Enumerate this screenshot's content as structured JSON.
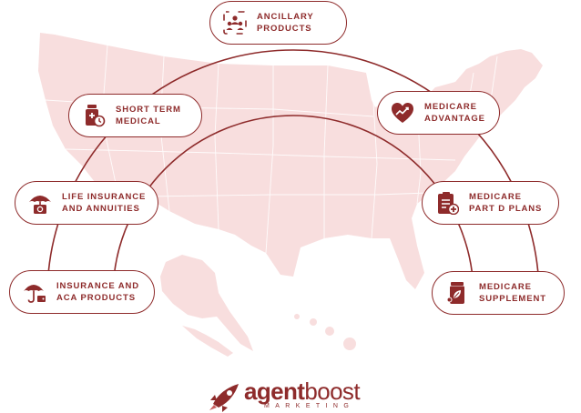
{
  "colors": {
    "primary": "#8e2b2b",
    "map_fill": "#f8dede",
    "map_border": "#ffffff"
  },
  "items": [
    {
      "key": "ancillary",
      "icon": "people-network-icon",
      "line1": "ANCILLARY",
      "line2": "PRODUCTS"
    },
    {
      "key": "short-term-medical",
      "icon": "medicine-bottle-clock-icon",
      "line1": "SHORT TERM",
      "line2": "MEDICAL"
    },
    {
      "key": "medicare-advantage",
      "icon": "heart-chart-icon",
      "line1": "MEDICARE",
      "line2": "ADVANTAGE"
    },
    {
      "key": "life-insurance",
      "icon": "umbrella-money-icon",
      "line1": "LIFE INSURANCE",
      "line2": "AND ANNUITIES"
    },
    {
      "key": "medicare-part-d",
      "icon": "prescription-clipboard-icon",
      "line1": "MEDICARE",
      "line2": "PART D PLANS"
    },
    {
      "key": "insurance-aca",
      "icon": "umbrella-wallet-icon",
      "line1": "INSURANCE AND",
      "line2": "ACA PRODUCTS"
    },
    {
      "key": "medicare-supplement",
      "icon": "supplement-bottle-icon",
      "line1": "MEDICARE",
      "line2": "SUPPLEMENT"
    }
  ],
  "logo": {
    "brand_bold": "agent",
    "brand_light": "boost",
    "sub": "MARKETING",
    "icon": "rocket-icon"
  }
}
